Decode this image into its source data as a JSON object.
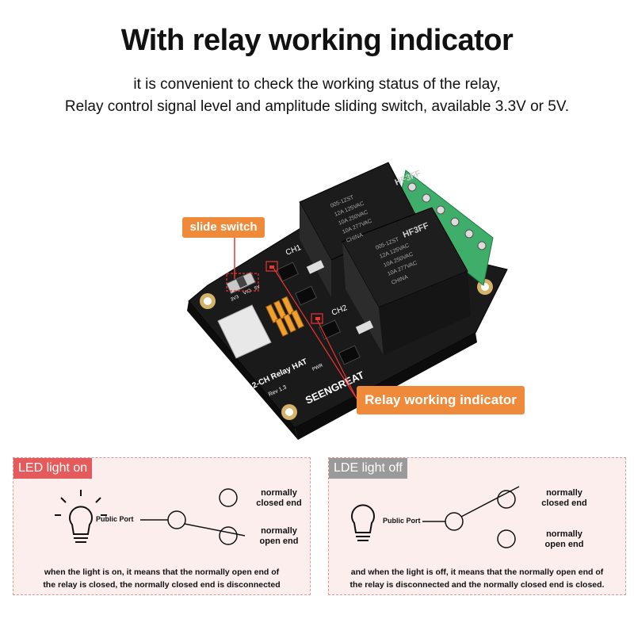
{
  "header": {
    "title": "With relay working indicator",
    "line1": "it is convenient to check the working status of the relay,",
    "line2": "Relay control signal level and amplitude sliding switch, available 3.3V or 5V."
  },
  "callouts": {
    "slide_switch": "slide switch",
    "relay_indicator": "Relay working indicator"
  },
  "board": {
    "relay1_model": "HF3FF",
    "relay2_model": "HF3FF",
    "relay_spec": [
      "005-1ZST",
      "12A 125VAC",
      "10A 250VAC",
      "10A 277VAC",
      "CHINA"
    ],
    "ch1": "CH1",
    "ch2": "CH2",
    "name": "2-CH Relay HAT",
    "rev": "Rev 1.3",
    "brand": "SEENGREAT",
    "voltage_labels": [
      "3V3",
      "VIO",
      "5V"
    ],
    "pwr": "PWR"
  },
  "panel_on": {
    "tag": "LED light on",
    "port": "Public Port",
    "closed": [
      "normally",
      "closed end"
    ],
    "open": [
      "normally",
      "open end"
    ],
    "desc1": "when the light is on, it means that the normally open end of",
    "desc2": "the relay is closed, the normally closed end is disconnected"
  },
  "panel_off": {
    "tag": "LDE light off",
    "port": "Public Port",
    "closed": [
      "normally",
      "closed end"
    ],
    "open": [
      "normally",
      "open end"
    ],
    "desc1": "and when the light is off, it means that the normally open end of",
    "desc2": "the relay is disconnected and the normally closed end is closed."
  },
  "colors": {
    "callout": "#ef8a3b",
    "tag_on": "#e55a5a",
    "tag_off": "#9a9a9a",
    "panel_bg": "#fdeeee",
    "terminal": "#3fae6a",
    "pcb": "#1a1a1a",
    "pin": "#f0a030"
  }
}
